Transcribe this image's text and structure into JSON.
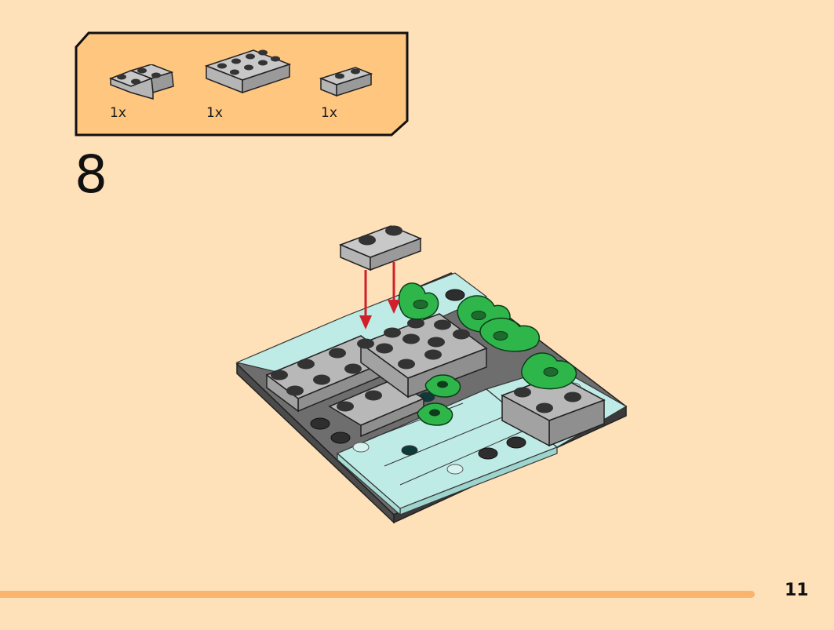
{
  "parts_list": {
    "items": [
      {
        "part": "grey-l-plate-2x2",
        "quantity": "1x"
      },
      {
        "part": "grey-plate-2x4",
        "quantity": "1x"
      },
      {
        "part": "grey-plate-1x2",
        "quantity": "1x"
      }
    ],
    "colors": {
      "background": "#FFC680",
      "border": "#111111"
    }
  },
  "step": {
    "number": "8"
  },
  "page": {
    "number": "11"
  },
  "colors": {
    "page_background": "#FEE0B9",
    "footer_bar": "#F9B46E",
    "brick_grey": "#AFAFAF",
    "brick_dark": "#3C3C3C",
    "trans_light_blue": "#BFEBE6",
    "plant_green": "#2FB64A",
    "arrow_red": "#D0202A"
  },
  "icons": {
    "parts": [
      "l-plate-icon",
      "plate-2x4-icon",
      "plate-1x2-icon"
    ],
    "arrow": "down-arrow-icon"
  }
}
